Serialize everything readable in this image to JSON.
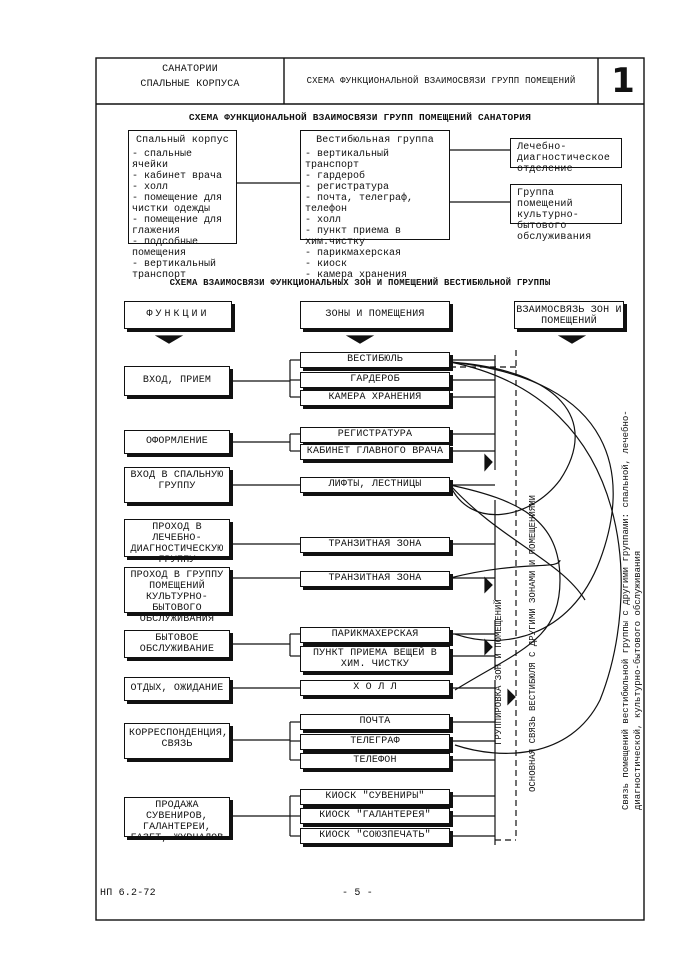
{
  "header": {
    "left_line1": "САНАТОРИИ",
    "left_line2": "СПАЛЬНЫЕ КОРПУСА",
    "center": "СХЕМА ФУНКЦИОНАЛЬНОЙ ВЗАИМОСВЯЗИ ГРУПП ПОМЕЩЕНИЙ",
    "number": "1"
  },
  "scheme1": {
    "title": "СХЕМА ФУНКЦИОНАЛЬНОЙ ВЗАИМОСВЯЗИ ГРУПП ПОМЕЩЕНИЙ САНАТОРИЯ",
    "sleeping": {
      "title": "Спальный корпус",
      "items": [
        "спальные ячейки",
        "кабинет врача",
        "холл",
        "помещение для чистки одежды",
        "помещение для глажения",
        "подсобные помещения",
        "вертикальный транспорт"
      ]
    },
    "vestibule": {
      "title": "Вестибюльная группа",
      "items": [
        "вертикальный транспорт",
        "гардероб",
        "регистратура",
        "почта, телеграф, телефон",
        "холл",
        "пункт приема в хим.чистку",
        "парикмахерская",
        "киоск",
        "камера хранения"
      ]
    },
    "medical": "Лечебно-диагностическое отделение",
    "cultural": "Группа помещений культурно-бытового обслуживания"
  },
  "scheme2": {
    "title": "СХЕМА ВЗАИМОСВЯЗИ ФУНКЦИОНАЛЬНЫХ ЗОН И ПОМЕЩЕНИЙ ВЕСТИБЮЛЬНОЙ ГРУППЫ",
    "col_functions": "ФУНКЦИИ",
    "col_zones": "ЗОНЫ И ПОМЕЩЕНИЯ",
    "col_links": "ВЗАИМОСВЯЗЬ ЗОН И ПОМЕЩЕНИЙ",
    "functions": [
      "ВХОД, ПРИЕМ",
      "ОФОРМЛЕНИЕ",
      "ВХОД В СПАЛЬНУЮ ГРУППУ",
      "ПРОХОД В ЛЕЧЕБНО-ДИАГНОСТИЧЕСКУЮ ГРУППУ",
      "ПРОХОД В ГРУППУ ПОМЕЩЕНИЙ КУЛЬТУРНО-БЫТОВОГО ОБСЛУЖИВАНИЯ",
      "БЫТОВОЕ ОБСЛУЖИВАНИЕ",
      "ОТДЫХ, ОЖИДАНИЕ",
      "КОРРЕСПОНДЕНЦИЯ, СВЯЗЬ",
      "ПРОДАЖА СУВЕНИРОВ, ГАЛАНТЕРЕИ, ГАЗЕТ, ЖУРНАЛОВ"
    ],
    "zones": [
      "ВЕСТИБЮЛЬ",
      "ГАРДЕРОБ",
      "КАМЕРА ХРАНЕНИЯ",
      "РЕГИСТРАТУРА",
      "КАБИНЕТ ГЛАВНОГО ВРАЧА",
      "ЛИФТЫ, ЛЕСТНИЦЫ",
      "ТРАНЗИТНАЯ ЗОНА",
      "ТРАНЗИТНАЯ ЗОНА",
      "ПАРИКМАХЕРСКАЯ",
      "ПУНКТ ПРИЕМА ВЕЩЕЙ В ХИМ. ЧИСТКУ",
      "Х О Л Л",
      "ПОЧТА",
      "ТЕЛЕГРАФ",
      "ТЕЛЕФОН",
      "КИОСК \"СУВЕНИРЫ\"",
      "КИОСК \"ГАЛАНТЕРЕЯ\"",
      "КИОСК \"СОЮЗПЕЧАТЬ\""
    ],
    "vertical_grouping": "ГРУППИРОВКА ЗОН И ПОМЕЩЕНИЙ",
    "vertical_main": "ОСНОВНАЯ СВЯЗЬ ВЕСТИБЮЛЯ С ДРУГИМИ ЗОНАМИ И ПОМЕЩЕНИЯМИ",
    "side_note": "Связь помещений вестибюльной группы с другими группами: спальной, лечебно-диагностической, культурно-бытового обслуживания"
  },
  "footer": {
    "code": "НП 6.2-72",
    "page": "- 5 -"
  }
}
